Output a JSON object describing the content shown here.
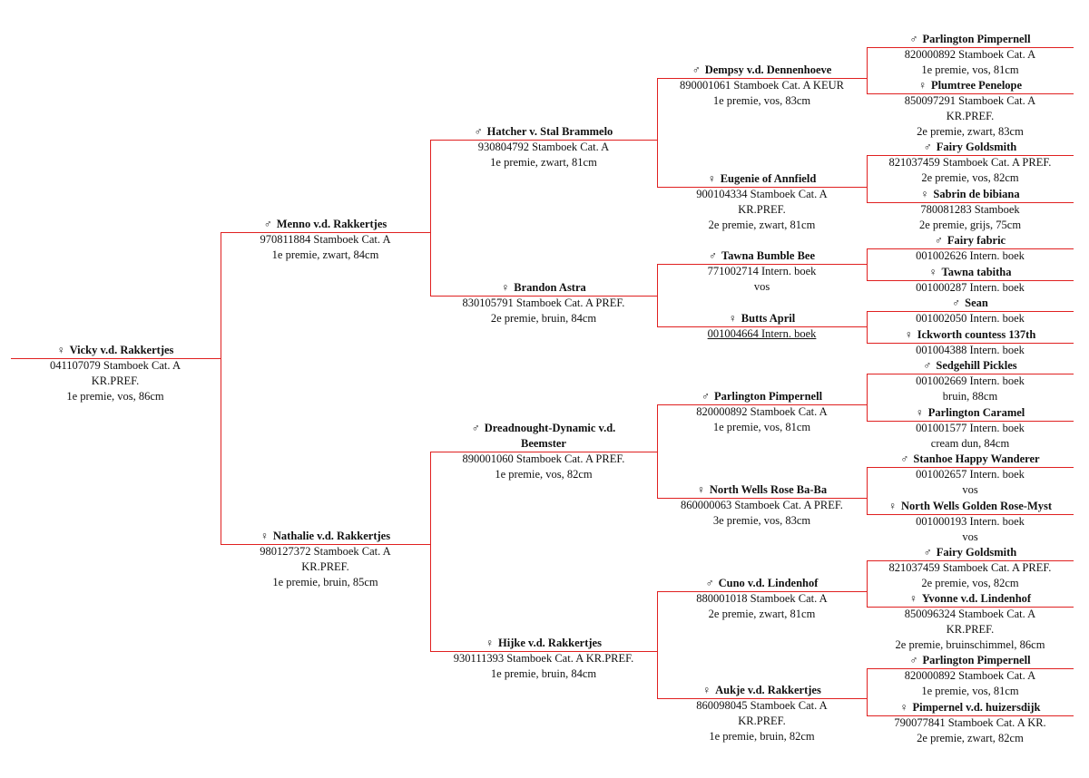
{
  "symbols": {
    "male": "♂",
    "female": "♀"
  },
  "pedigree": [
    {
      "sex": "female",
      "name": "Vicky v.d. Rakkertjes",
      "lines": [
        "041107079 Stamboek Cat. A",
        "KR.PREF.",
        "1e premie, vos, 86cm"
      ]
    },
    {
      "sex": "male",
      "name": "Menno v.d. Rakkertjes",
      "lines": [
        "970811884 Stamboek Cat. A",
        "1e premie, zwart, 84cm"
      ]
    },
    {
      "sex": "female",
      "name": "Nathalie v.d. Rakkertjes",
      "lines": [
        "980127372 Stamboek Cat. A",
        "KR.PREF.",
        "1e premie, bruin, 85cm"
      ]
    },
    {
      "sex": "male",
      "name": "Hatcher v. Stal Brammelo",
      "lines": [
        "930804792 Stamboek Cat. A",
        "1e premie, zwart, 81cm"
      ]
    },
    {
      "sex": "female",
      "name": "Brandon Astra",
      "lines": [
        "830105791 Stamboek Cat. A PREF.",
        "2e premie, bruin, 84cm"
      ]
    },
    {
      "sex": "male",
      "name": "Dreadnought-Dynamic v.d. Beemster",
      "lines": [
        "890001060 Stamboek Cat. A PREF.",
        "1e premie, vos, 82cm"
      ]
    },
    {
      "sex": "female",
      "name": "Hijke v.d. Rakkertjes",
      "lines": [
        "930111393 Stamboek Cat. A KR.PREF.",
        "1e premie, bruin, 84cm"
      ]
    },
    {
      "sex": "male",
      "name": "Dempsy v.d. Dennenhoeve",
      "lines": [
        "890001061 Stamboek Cat. A KEUR",
        "1e premie, vos, 83cm"
      ]
    },
    {
      "sex": "female",
      "name": "Eugenie of Annfield",
      "lines": [
        "900104334 Stamboek Cat. A",
        "KR.PREF.",
        "2e premie, zwart, 81cm"
      ]
    },
    {
      "sex": "male",
      "name": "Tawna Bumble Bee",
      "lines": [
        "771002714 Intern. boek",
        "vos"
      ]
    },
    {
      "sex": "female",
      "name": "Butts April",
      "lines": [
        "001004664 Intern. boek"
      ]
    },
    {
      "sex": "male",
      "name": "Parlington Pimpernell",
      "lines": [
        "820000892 Stamboek Cat. A",
        "1e premie, vos, 81cm"
      ]
    },
    {
      "sex": "female",
      "name": "North Wells Rose Ba-Ba",
      "lines": [
        "860000063 Stamboek Cat. A PREF.",
        "3e premie, vos, 83cm"
      ]
    },
    {
      "sex": "male",
      "name": "Cuno v.d. Lindenhof",
      "lines": [
        "880001018 Stamboek Cat. A",
        "2e premie, zwart, 81cm"
      ]
    },
    {
      "sex": "female",
      "name": "Aukje v.d. Rakkertjes",
      "lines": [
        "860098045 Stamboek Cat. A",
        "KR.PREF.",
        "1e premie, bruin, 82cm"
      ]
    },
    {
      "sex": "male",
      "name": "Parlington Pimpernell",
      "lines": [
        "820000892 Stamboek Cat. A",
        "1e premie, vos, 81cm"
      ]
    },
    {
      "sex": "female",
      "name": "Plumtree Penelope",
      "lines": [
        "850097291 Stamboek Cat. A",
        "KR.PREF.",
        "2e premie, zwart, 83cm"
      ]
    },
    {
      "sex": "male",
      "name": "Fairy Goldsmith",
      "lines": [
        "821037459 Stamboek Cat. A PREF.",
        "2e premie, vos, 82cm"
      ]
    },
    {
      "sex": "female",
      "name": "Sabrin de bibiana",
      "lines": [
        "780081283 Stamboek",
        "2e premie, grijs, 75cm"
      ]
    },
    {
      "sex": "male",
      "name": "Fairy fabric",
      "lines": [
        "001002626 Intern. boek"
      ]
    },
    {
      "sex": "female",
      "name": "Tawna tabitha",
      "lines": [
        "001000287 Intern. boek"
      ]
    },
    {
      "sex": "male",
      "name": "Sean",
      "lines": [
        "001002050 Intern. boek"
      ]
    },
    {
      "sex": "female",
      "name": "Ickworth countess 137th",
      "lines": [
        "001004388 Intern. boek"
      ]
    },
    {
      "sex": "male",
      "name": "Sedgehill Pickles",
      "lines": [
        "001002669 Intern. boek",
        "bruin, 88cm"
      ]
    },
    {
      "sex": "female",
      "name": "Parlington Caramel",
      "lines": [
        "001001577 Intern. boek",
        "cream dun, 84cm"
      ]
    },
    {
      "sex": "male",
      "name": "Stanhoe Happy Wanderer",
      "lines": [
        "001002657 Intern. boek",
        "vos"
      ]
    },
    {
      "sex": "female",
      "name": "North Wells Golden Rose-Myst",
      "lines": [
        "001000193 Intern. boek",
        "vos"
      ]
    },
    {
      "sex": "male",
      "name": "Fairy Goldsmith",
      "lines": [
        "821037459 Stamboek Cat. A PREF.",
        "2e premie, vos, 82cm"
      ]
    },
    {
      "sex": "female",
      "name": "Yvonne v.d. Lindenhof",
      "lines": [
        "850096324 Stamboek Cat. A",
        "KR.PREF.",
        "2e premie, bruinschimmel, 86cm"
      ]
    },
    {
      "sex": "male",
      "name": "Parlington Pimpernell",
      "lines": [
        "820000892 Stamboek Cat. A",
        "1e premie, vos, 81cm"
      ]
    },
    {
      "sex": "female",
      "name": "Pimpernel v.d. huizersdijk",
      "lines": [
        "790077841 Stamboek Cat. A KR.",
        "2e premie, zwart, 82cm"
      ]
    }
  ]
}
